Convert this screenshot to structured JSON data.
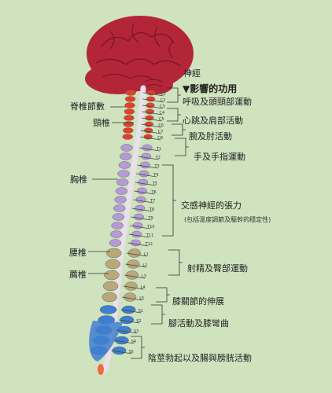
{
  "colors": {
    "background": "#cfe3bf",
    "brain": "#b3263a",
    "cervical": "#e2402a",
    "thoracic": "#b49ad6",
    "lumbar": "#b8a87a",
    "sacral": "#3f7fd0",
    "coccyx": "#ef6a3a",
    "cord": "#e8e0ea",
    "line": "#333333"
  },
  "labels": {
    "nerve": "神經",
    "function_header": "▼影響的功用",
    "vertebra_count": "脊椎節數",
    "cervical": "頸椎",
    "thoracic": "胸椎",
    "lumbar": "腰椎",
    "sacral": "薦椎"
  },
  "functions": [
    "呼吸及頭頸部運動",
    "心跳及肩部活動",
    "腕及肘活動",
    "手及手指運動",
    "交感神經的張力",
    "(包括溫度調節及驅幹的穩定性)",
    "射精及臀部運動",
    "膝關節的伸展",
    "腳活動及膝彎曲",
    "陰莖勃起以及腸與膀胱活動"
  ],
  "segments": {
    "cervical": [
      "C1",
      "C2",
      "C3",
      "C4",
      "C5",
      "C6",
      "C7",
      "C8"
    ],
    "thoracic": [
      "T1",
      "T2",
      "T3",
      "T4",
      "T5",
      "T6",
      "T7",
      "T8",
      "T9",
      "T10",
      "T11",
      "T12"
    ],
    "lumbar": [
      "L1",
      "L2",
      "L3",
      "L4",
      "L5"
    ],
    "sacral": [
      "S1",
      "S2",
      "S3",
      "S4",
      "S5"
    ]
  }
}
